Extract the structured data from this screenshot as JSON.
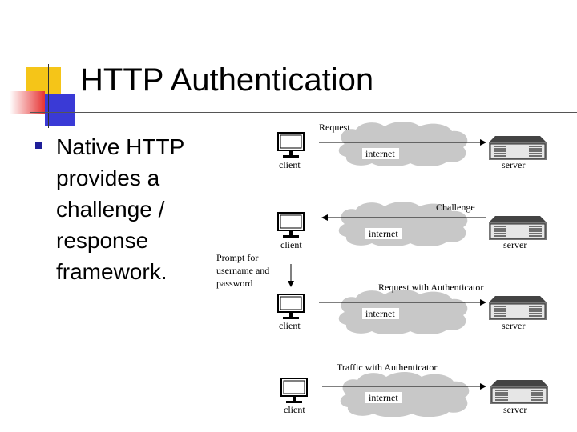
{
  "slide": {
    "title": "HTTP Authentication",
    "bullet": "Native HTTP provides a challenge / response framework."
  },
  "colors": {
    "bullet": "#1f1f99",
    "accent_yellow": "#f5c518",
    "accent_red": "#e63333",
    "accent_blue": "#3a3ad6",
    "cloud": "#c8c8c8"
  },
  "diagram": {
    "rows": [
      {
        "message": "Request",
        "cloud_label": "internet",
        "client_label": "client",
        "server_label": "server",
        "direction": "client-to-server"
      },
      {
        "message": "Challenge",
        "cloud_label": "internet",
        "client_label": "client",
        "server_label": "server",
        "direction": "server-to-client"
      },
      {
        "message": "Request with Authenticator",
        "cloud_label": "internet",
        "client_label": "client",
        "server_label": "server",
        "direction": "client-to-server"
      },
      {
        "message": "Traffic with Authenticator",
        "cloud_label": "internet",
        "client_label": "client",
        "server_label": "server",
        "direction": "client-to-server"
      }
    ],
    "prompt": [
      "Prompt for",
      "username and",
      "password"
    ],
    "icons": {
      "client": "monitor-icon",
      "server": "server-rack-icon",
      "network": "cloud-icon"
    }
  }
}
